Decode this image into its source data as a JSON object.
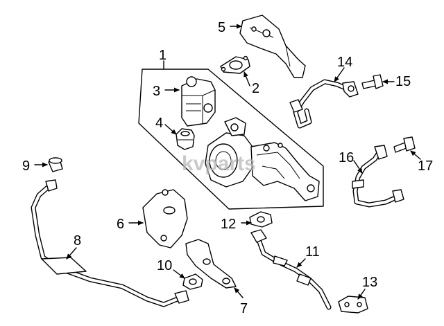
{
  "watermark": "kvparts",
  "callouts": {
    "c1": "1",
    "c2": "2",
    "c3": "3",
    "c4": "4",
    "c5": "5",
    "c6": "6",
    "c7": "7",
    "c8": "8",
    "c9": "9",
    "c10": "10",
    "c11": "11",
    "c12": "12",
    "c13": "13",
    "c14": "14",
    "c15": "15",
    "c16": "16",
    "c17": "17"
  }
}
